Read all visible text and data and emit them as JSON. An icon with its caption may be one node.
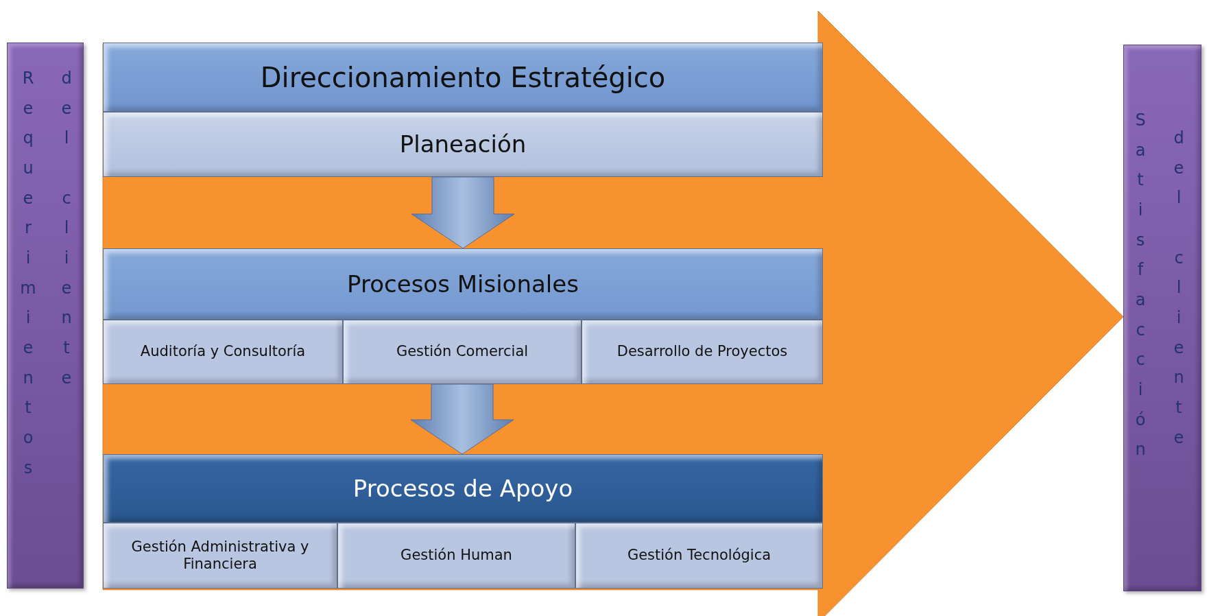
{
  "diagram": {
    "nodes": [
      {
        "text": [
          "Requerimientos",
          "del cliente"
        ]
      },
      {
        "text": [
          "Direccionamiento Estratégico"
        ]
      },
      {
        "text": [
          "Planeación"
        ]
      },
      {
        "text": [
          "Procesos Misionales"
        ]
      },
      {
        "text": [
          "Auditoría y Consultoría"
        ]
      },
      {
        "text": [
          "Gestión Comercial"
        ]
      },
      {
        "text": [
          "Desarrollo de Proyectos"
        ]
      },
      {
        "text": [
          "Procesos de Apoyo"
        ]
      },
      {
        "text": [
          "Gestión Administrativa y Financiera"
        ]
      },
      {
        "text": [
          "Gestión Human"
        ]
      },
      {
        "text": [
          "Gestión Tecnológica"
        ]
      },
      {
        "text": [
          "Satisfacción",
          "del cliente"
        ]
      }
    ],
    "edges": [
      {
        "from": 0,
        "to": 11,
        "arrow": "to",
        "style": "thick",
        "color": "#f7922e"
      },
      {
        "from": 2,
        "to": 3,
        "arrow": "to"
      },
      {
        "from": 5,
        "to": 7,
        "arrow": "to"
      }
    ]
  }
}
